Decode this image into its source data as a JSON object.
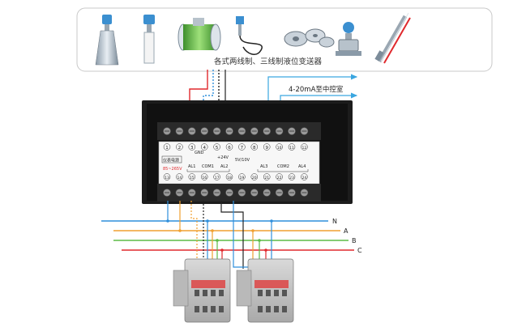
{
  "caption": "各式两线制、三线制液位变送器",
  "output_label": "4-20mA至中控室",
  "lines": {
    "n": "N",
    "a": "A",
    "b": "B",
    "c": "C"
  },
  "top_terminals": [
    "1",
    "2",
    "3",
    "4",
    "5",
    "6",
    "7",
    "8",
    "9",
    "10",
    "11",
    "12"
  ],
  "bottom_terminals": [
    "13",
    "14",
    "15",
    "16",
    "17",
    "18",
    "19",
    "20",
    "21",
    "22",
    "23",
    "24"
  ],
  "panel": {
    "power_box": "仪表电源",
    "gnd": "GND",
    "plus24v": "+24V",
    "v5": "5V/10V",
    "power_range": "85~265V",
    "relay_left": [
      "AL1",
      "COM1",
      "AL2"
    ],
    "relay_right": [
      "AL3",
      "COM2",
      "AL4"
    ]
  },
  "colors": {
    "red": "#e0292d",
    "blue": "#2f8fdc",
    "orange": "#f0a030",
    "green": "#5dbb46",
    "dark": "#222222",
    "cyan": "#3aa6e0"
  },
  "devices": [
    "radar-level-sensor",
    "ultrasonic-level-sensor",
    "electromagnetic-flowmeter",
    "pressure-transmitter",
    "flange-plates",
    "differential-pressure-transmitter",
    "magnetic-level-gauge"
  ]
}
